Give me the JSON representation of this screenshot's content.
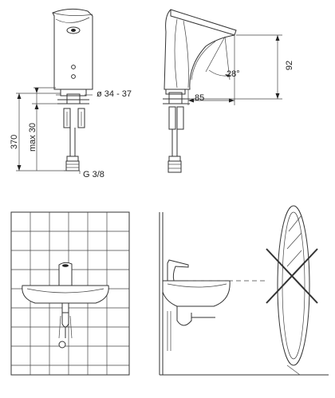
{
  "dimensions": {
    "total_height": "370",
    "max_counter": "max 30",
    "hole_diameter": "ø 34 - 37",
    "spout_projection": "85",
    "faucet_height": "92",
    "sensor_angle": "28°",
    "thread": "G 3/8"
  },
  "icons": {
    "sensor_window": "sensor-window-icon",
    "forbidden_mirror": "cross-mark-icon"
  },
  "colors": {
    "line": "#333333",
    "background": "#ffffff"
  }
}
